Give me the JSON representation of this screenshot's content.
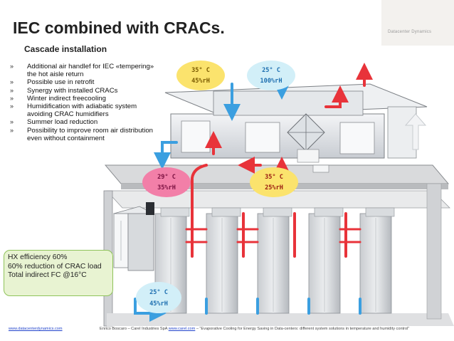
{
  "slide": {
    "title": "IEC combined with CRACs.",
    "subtitle": "Cascade installation",
    "logo_text": "Datacenter Dynamics"
  },
  "bullets": [
    {
      "mark": "»",
      "text": "Additional air handlef for IEC «tempering»"
    },
    {
      "mark": "",
      "text": "the hot aisle return"
    },
    {
      "mark": "»",
      "text": "Possible use in retrofit"
    },
    {
      "mark": "»",
      "text": "Synergy with installed CRACs"
    },
    {
      "mark": "»",
      "text": "Winter indirect freecooling"
    },
    {
      "mark": "»",
      "text": "Humidification with adiabatic system"
    },
    {
      "mark": "",
      "text": "avoiding CRAC humidifiers"
    },
    {
      "mark": "»",
      "text": "Summer load reduction"
    },
    {
      "mark": "»",
      "text": "Possibility to improve room air distribution"
    },
    {
      "mark": "",
      "text": "even without containment"
    }
  ],
  "hx_box": {
    "line1": "HX efficiency 60%",
    "line2": "60% reduction of CRAC load",
    "line3": "Total indirect FC @16°C"
  },
  "conditions": {
    "outdoor_in": {
      "temp": "35° C",
      "rh": "45%rH"
    },
    "outdoor_out": {
      "temp": "25° C",
      "rh": "100%rH"
    },
    "supply_mid": {
      "temp": "29° C",
      "rh": "35%rH"
    },
    "return_hot": {
      "temp": "35° C",
      "rh": "25%rH"
    },
    "room_supply": {
      "temp": "25° C",
      "rh": "45%rH"
    }
  },
  "colors": {
    "hot_air": "#e8333a",
    "cold_air": "#3b9fe0",
    "pink_bubble": "#f27fa8",
    "yellow_bubble": "#fbe36d",
    "cyan_bubble": "#d2eff8",
    "green_box": "#e8f3d2"
  },
  "footer": {
    "site": "www.datacenterdynamics.com",
    "credit_pre": "Enrico Boscaro – Carel Industries SpA",
    "credit_link": "www.carel.com",
    "credit_post": "– “Evaporative Cooling for Energy Saving in Data-centers: different system solutions in temperature and humidity control”"
  }
}
